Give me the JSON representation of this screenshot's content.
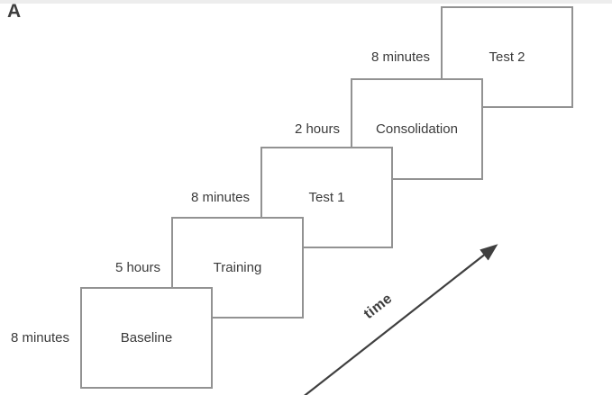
{
  "figure": {
    "panel_label": "A",
    "time_axis_label": "time",
    "colors": {
      "box_border": "#929292",
      "text": "#3b3b3b",
      "arrow": "#3f3f3f",
      "background": "#ffffff"
    }
  },
  "steps": [
    {
      "duration": "8 minutes",
      "label": "Baseline"
    },
    {
      "duration": "5 hours",
      "label": "Training"
    },
    {
      "duration": "8 minutes",
      "label": "Test 1"
    },
    {
      "duration": "2 hours",
      "label": "Consolidation"
    },
    {
      "duration": "8 minutes",
      "label": "Test 2"
    }
  ]
}
